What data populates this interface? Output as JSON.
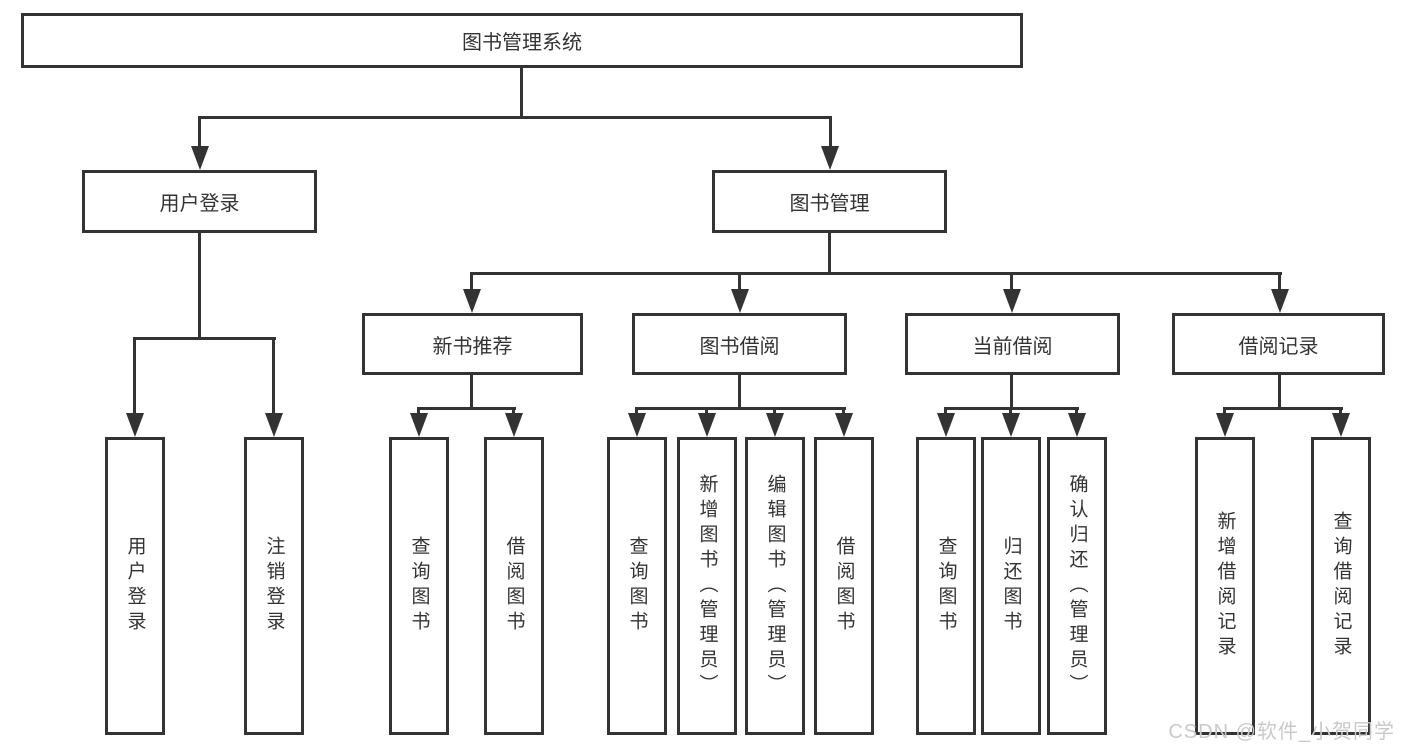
{
  "tree": {
    "root": {
      "label": "图书管理系统"
    },
    "branches": [
      {
        "label": "用户登录",
        "children": [
          {
            "label": "用户登录"
          },
          {
            "label": "注销登录"
          }
        ]
      },
      {
        "label": "图书管理",
        "children": [
          {
            "label": "新书推荐",
            "children": [
              {
                "label": "查询图书"
              },
              {
                "label": "借阅图书"
              }
            ]
          },
          {
            "label": "图书借阅",
            "children": [
              {
                "label": "查询图书"
              },
              {
                "label": "新增图书（管理员）"
              },
              {
                "label": "编辑图书（管理员）"
              },
              {
                "label": "借阅图书"
              }
            ]
          },
          {
            "label": "当前借阅",
            "children": [
              {
                "label": "查询图书"
              },
              {
                "label": "归还图书"
              },
              {
                "label": "确认归还（管理员）"
              }
            ]
          },
          {
            "label": "借阅记录",
            "children": [
              {
                "label": "新增借阅记录"
              },
              {
                "label": "查询借阅记录"
              }
            ]
          }
        ]
      }
    ]
  },
  "watermark": {
    "text": "CSDN @软件_小贺同学"
  },
  "colors": {
    "line": "#333333",
    "text": "#333333",
    "background": "#ffffff",
    "watermark_text": "#c9c9c9"
  }
}
